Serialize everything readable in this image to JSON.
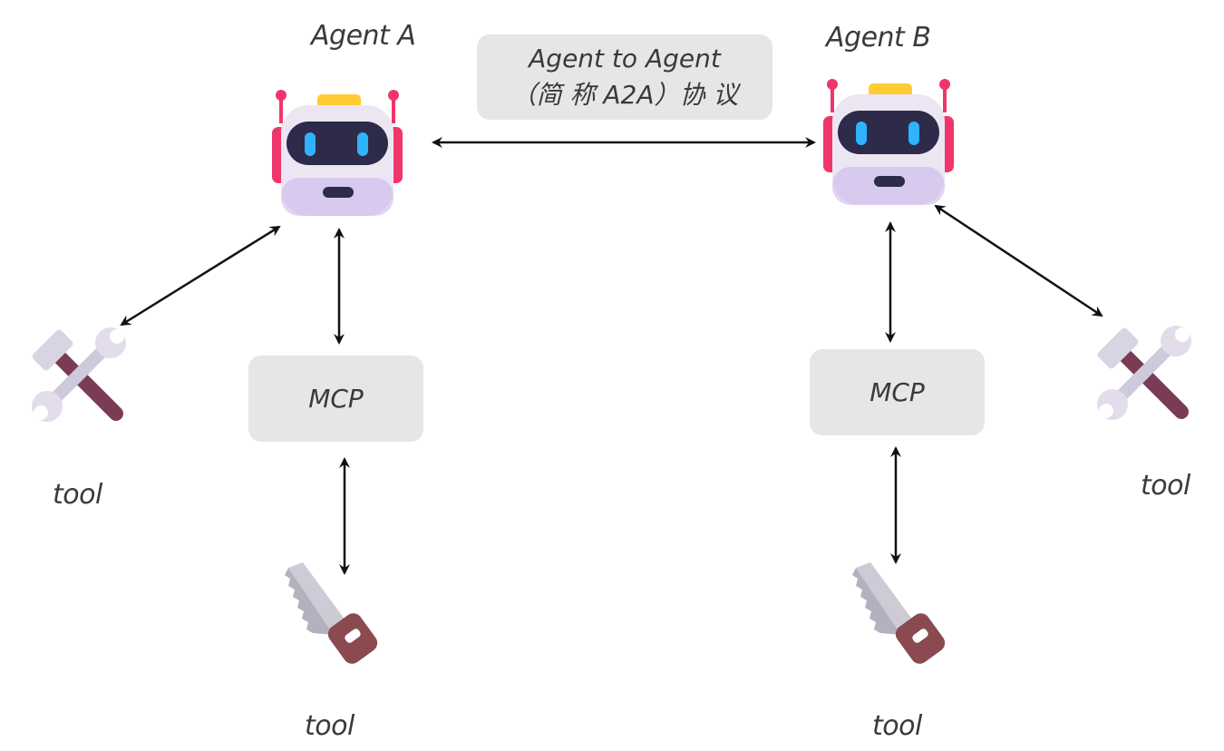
{
  "agents": {
    "a": {
      "label": "Agent A"
    },
    "b": {
      "label": "Agent B"
    }
  },
  "protocol": {
    "line1": "Agent to Agent",
    "line2": "（简 称  A2A）协 议"
  },
  "mcp": {
    "left": "MCP",
    "right": "MCP"
  },
  "tools": {
    "left_wrench": "tool",
    "left_saw": "tool",
    "right_wrench": "tool",
    "right_saw": "tool"
  },
  "colors": {
    "box_fill": "#e6e6e6",
    "text": "#3a3a3a",
    "arrow": "#111111",
    "robot_body": "#ece6f3",
    "robot_face": "#2e2a4a",
    "robot_eye": "#2fb3ff",
    "robot_ear": "#f0356b",
    "robot_antenna": "#f0356b",
    "robot_top": "#ffcc33"
  },
  "icons": {
    "agent": "robot-icon",
    "tool_a": "hammer-and-wrench-icon",
    "tool_b": "saw-icon"
  }
}
